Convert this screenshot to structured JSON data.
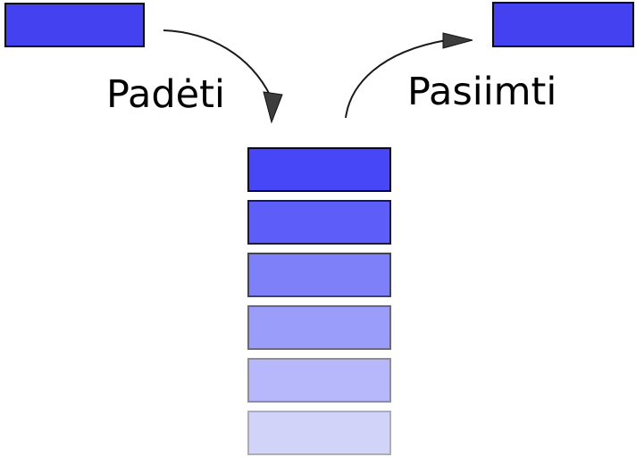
{
  "diagram": {
    "title": "stack-push-pop-diagram",
    "background": "#ffffff",
    "text_color": "#000000",
    "labels": {
      "push": "Padėti",
      "pop": "Pasiimti"
    },
    "arrow": {
      "stroke": "#1a1a1a",
      "arrowhead_fill": "#3d3d3d",
      "arrowhead_stroke": "#0f0f0f"
    },
    "incoming_block": {
      "fill": "#4341f0",
      "border": "#04041c"
    },
    "outgoing_block": {
      "fill": "#4341f0",
      "border": "#04041c"
    },
    "stack_items": [
      {
        "fill": "#4847f8",
        "border": "#04042a"
      },
      {
        "fill": "#5d5efa",
        "border": "#1a1a42"
      },
      {
        "fill": "#7e80fa",
        "border": "#42425e"
      },
      {
        "fill": "#9b9dfb",
        "border": "#68687e"
      },
      {
        "fill": "#b6b8fb",
        "border": "#8d8da0"
      },
      {
        "fill": "#d2d3f9",
        "border": "#abacbc"
      }
    ]
  }
}
